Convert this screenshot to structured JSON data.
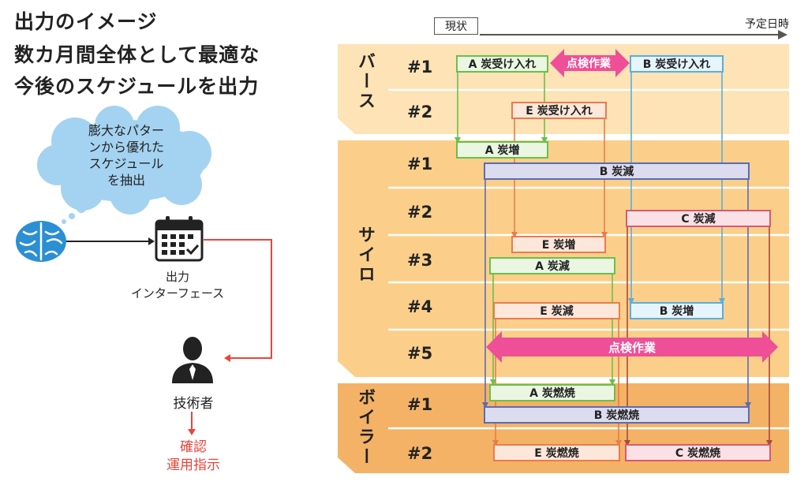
{
  "title": {
    "line1": "出力のイメージ",
    "line2": "数カ月間全体として最適な",
    "line3": "今後のスケジュールを出力"
  },
  "cloud": {
    "line1": "膨大なパター",
    "line2": "ンから優れた",
    "line3": "スケジュール",
    "line4": "を抽出"
  },
  "interface": {
    "line1": "出力",
    "line2": "インターフェース"
  },
  "engineer": {
    "label": "技術者",
    "task1": "確認",
    "task2": "運用指示"
  },
  "icons": {
    "brain": "brain-icon",
    "calendar": "calendar-icon",
    "person": "person-icon"
  },
  "timeline": {
    "start": "現状",
    "end": "予定日時"
  },
  "bands": {
    "berth": "バース",
    "silo": "サイロ",
    "boiler": "ボイラー"
  },
  "rows": {
    "berth1": "#1",
    "berth2": "#2",
    "silo1": "#1",
    "silo2": "#2",
    "silo3": "#3",
    "silo4": "#4",
    "silo5": "#5",
    "boiler1": "#1",
    "boiler2": "#2"
  },
  "tasks": {
    "a_receive": "A 炭受け入れ",
    "inspection1": "点検作業",
    "b_receive": "B 炭受け入れ",
    "e_receive": "E 炭受け入れ",
    "a_increase": "A 炭増",
    "b_decrease": "B 炭減",
    "c_decrease": "C 炭減",
    "e_increase": "E 炭増",
    "a_decrease": "A 炭減",
    "e_decrease": "E 炭減",
    "b_increase": "B 炭増",
    "inspection2": "点検作業",
    "a_burn": "A 炭燃焼",
    "b_burn": "B 炭燃焼",
    "e_burn": "E 炭燃焼",
    "c_burn": "C 炭燃焼"
  },
  "colors": {
    "A": "#6abf4b",
    "B": "#5b6db0",
    "C": "#d85a6e",
    "E": "#ea7b4c",
    "Bin": "#5aaede",
    "inspect": "#ee4f97",
    "band_light": "#fde3b5",
    "band_mid": "#fbcf8a",
    "band_dark": "#f4b266",
    "arrow_red": "#e8453c"
  }
}
